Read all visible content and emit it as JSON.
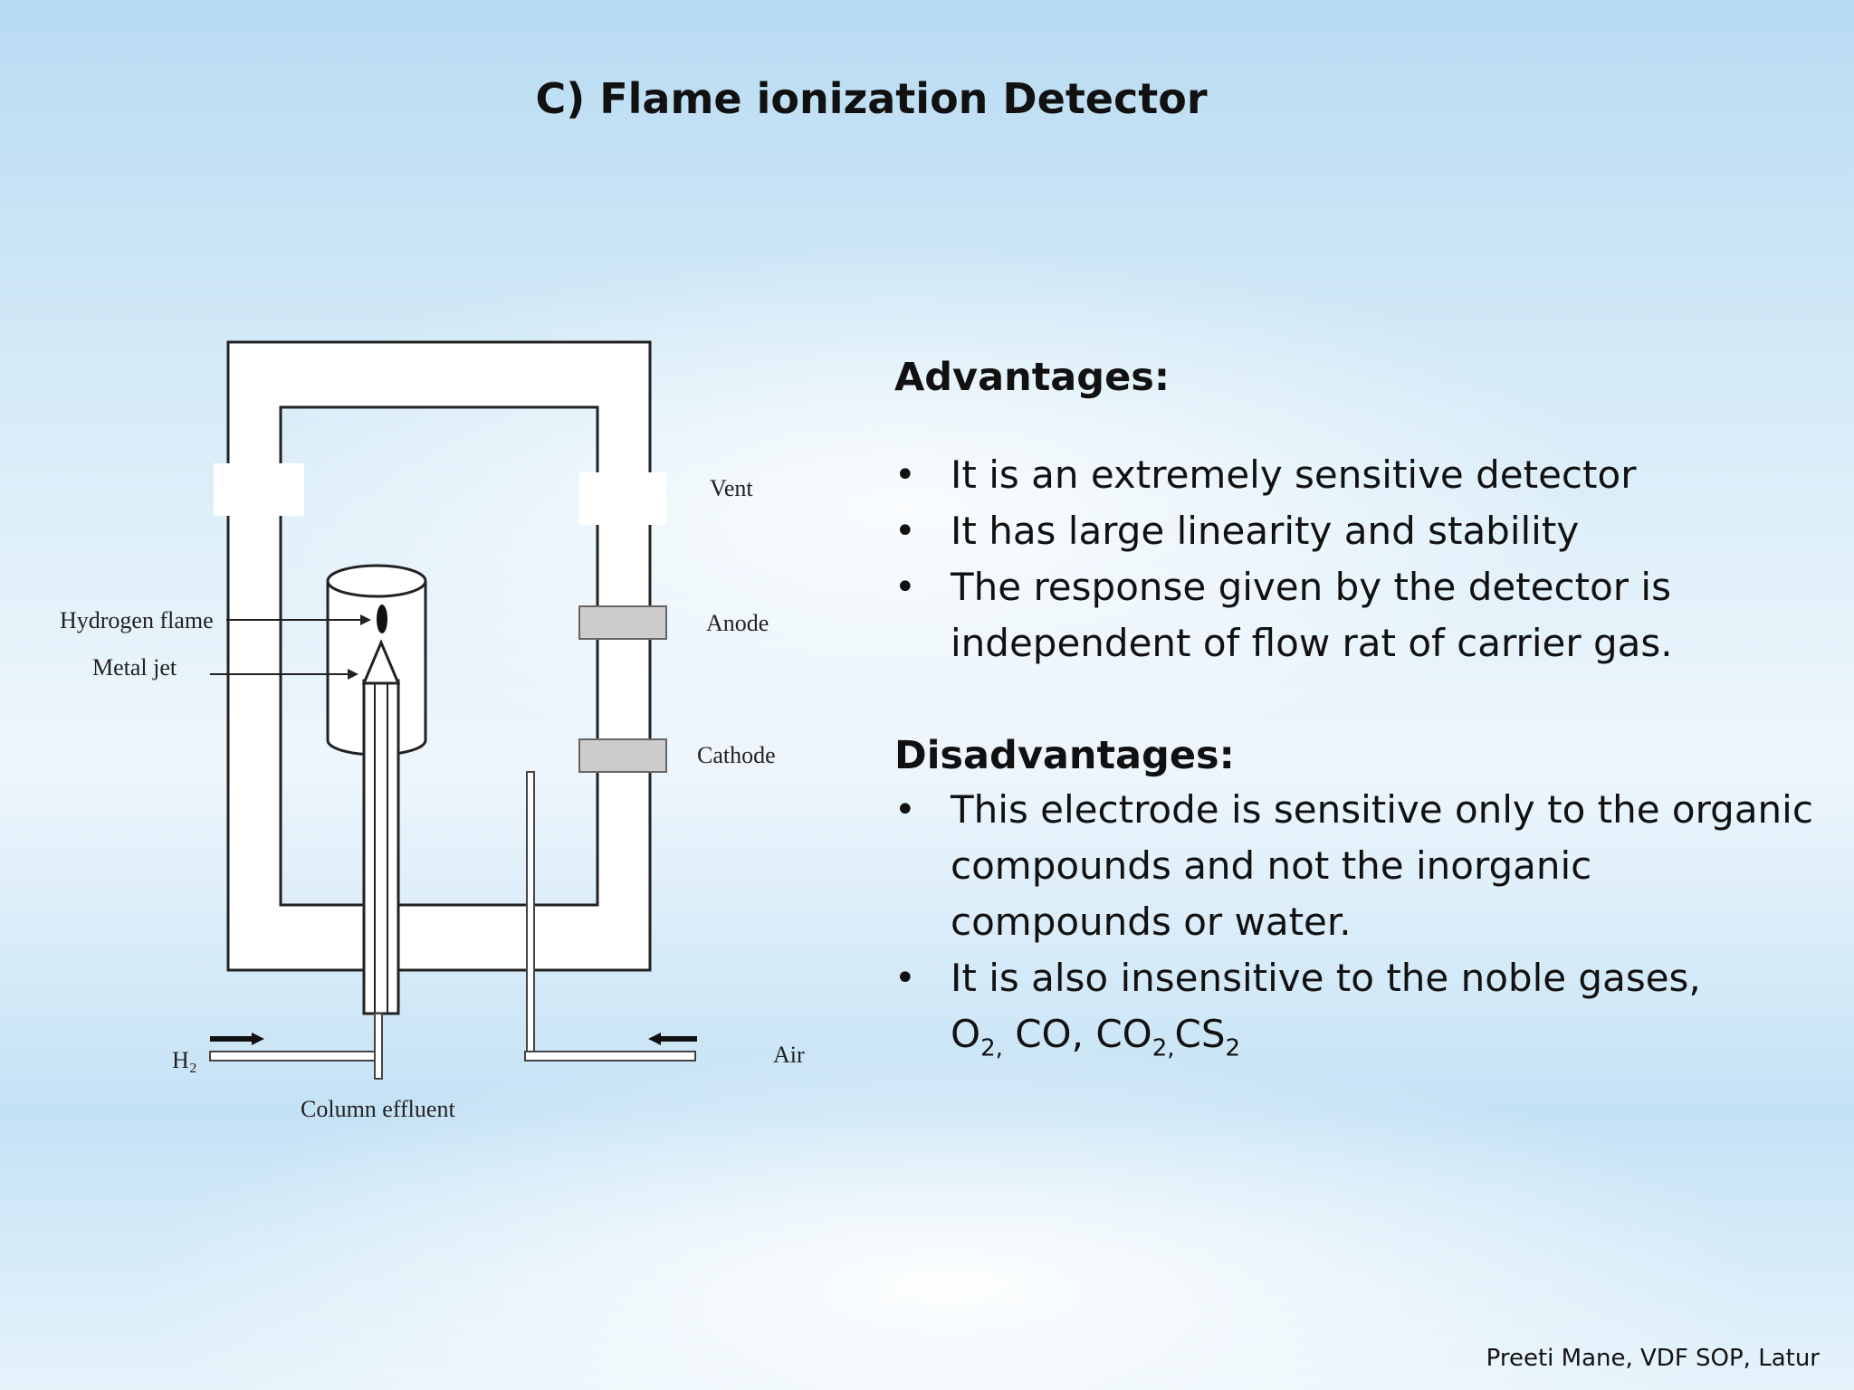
{
  "title": "C) Flame ionization Detector",
  "diagram": {
    "labels": {
      "vent": "Vent",
      "anode": "Anode",
      "cathode": "Cathode",
      "hydrogen_flame": "Hydrogen flame",
      "metal_jet": "Metal jet",
      "h2": "H₂",
      "air": "Air",
      "column_effluent": "Column effluent"
    }
  },
  "advantages": {
    "heading": "Advantages:",
    "items": [
      "It is an extremely sensitive detector",
      "It has large linearity and stability",
      "The response given by the detector is independent of flow rat of carrier gas."
    ]
  },
  "disadvantages": {
    "heading": "Disadvantages:",
    "items": [
      "This electrode is sensitive only to the organic compounds and not the inorganic compounds or water.",
      "It is also insensitive to the noble gases,"
    ],
    "gases": [
      "O",
      "2,",
      "CO,",
      "CO",
      "2,",
      "CS",
      "2"
    ]
  },
  "footer": "Preeti Mane, VDF SOP, Latur"
}
